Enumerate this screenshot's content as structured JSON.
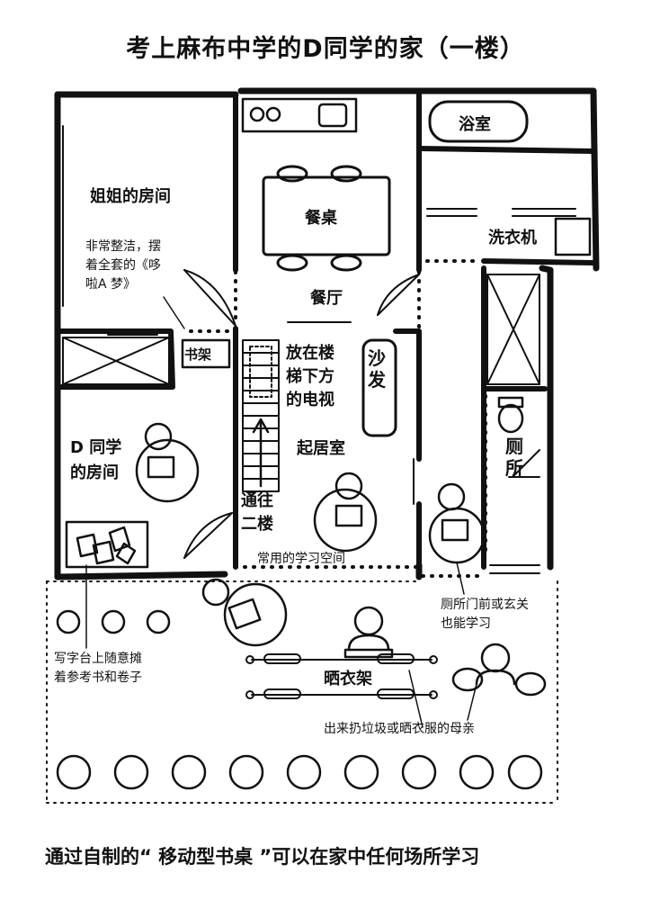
{
  "title": "考上麻布中学的D同学的家（一楼）",
  "footer": "通过自制的“ 移动型书桌 ”可以在家中任何场所学习",
  "rooms": {
    "sister_room": "姐姐的房间",
    "bathroom": "浴室",
    "dining_table": "餐桌",
    "dining_room": "餐厅",
    "washing_machine": "洗衣机",
    "bookshelf": "书架",
    "tv": [
      "放在楼",
      "梯下方",
      "的电视"
    ],
    "sofa": "沙发",
    "living_room": "起居室",
    "toilet": "厕所",
    "d_room": [
      "D 同学",
      "的房间"
    ],
    "stairs": [
      "通往",
      "二楼"
    ],
    "drying_rack": "晒衣架"
  },
  "notes": {
    "sister_note": [
      "非常整洁，摆",
      "着全套的《哆",
      "啦A 梦》"
    ],
    "study_space": "常用的学习空间",
    "toilet_note": [
      "厕所门前或玄关",
      "也能学习"
    ],
    "desk_note": [
      "写字台上随意摊",
      "着参考书和卷子"
    ],
    "mother_note": "出来扔垃圾或晒衣服的母亲"
  }
}
